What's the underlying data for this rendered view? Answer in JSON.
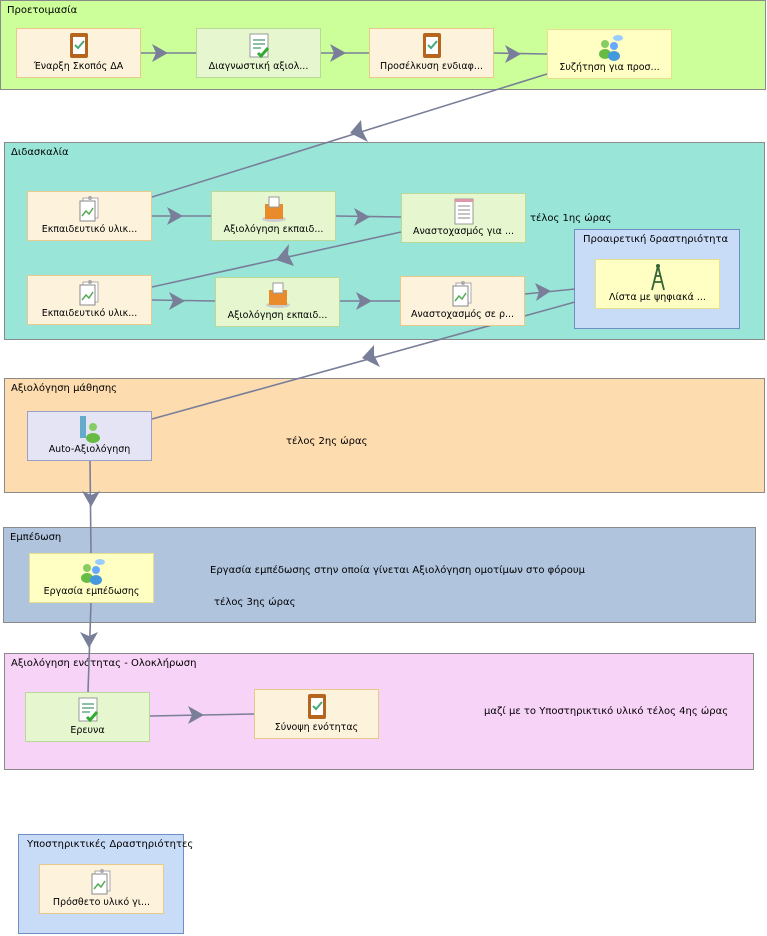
{
  "regions": {
    "preparation": "Προετοιμασία",
    "teaching": "Διδασκαλία",
    "optional": "Προαιρετική δραστηριότητα",
    "assessment": "Αξιολόγηση μάθησης",
    "embedding": "Εμπέδωση",
    "unit_eval": "Αξιολόγηση ενότητας - Ολοκλήρωση",
    "support": "Υποστηρικτικές Δραστηριότητες"
  },
  "nodes": {
    "start": "Έναρξη Σκοπός ΔΑ",
    "diagnostic": "Διαγνωστική αξιολ...",
    "attract": "Προσέλκυση ενδιαφ...",
    "discussion": "Συζήτηση για προσ...",
    "edu1": "Εκπαιδευτικό υλικ...",
    "eval1": "Αξιολόγηση εκπαιδ...",
    "reflect1": "Αναστοχασμός για ...",
    "edu2": "Εκπαιδευτικό υλικ...",
    "eval2": "Αξιολόγηση εκπαιδ...",
    "reflect2": "Αναστοχασμός σε ρ...",
    "list": "Λίστα με ψηφιακά ...",
    "self_eval": "Auto-Αξιολόγηση",
    "embed_task": "Εργασία εμπέδωσης",
    "research": "Ερευνα",
    "summary": "Σύνοψη ενότητας",
    "extra": "Πρόσθετο υλικό γι..."
  },
  "notes": {
    "end1": "τέλος 1ης ώρας",
    "end2": "τέλος 2ης ώρας",
    "embed_desc": "Εργασία εμπέδωσης στην οποία γίνεται Αξιολόγηση ομοτίμων στο φόρουμ",
    "end3": "τέλος 3ης ώρας",
    "end4": "μαζί με το Υποστηρικτικό υλικό τέλος 4ης ώρας"
  },
  "colors": {
    "preparation": "#ccff99",
    "teaching": "#99e6d9",
    "optional": "#c9dcf7",
    "assessment": "#fddcb0",
    "embedding": "#b0c4de",
    "unit_eval": "#f7d3f7",
    "support": "#c9dcf7",
    "edge": "#7a7f99"
  }
}
